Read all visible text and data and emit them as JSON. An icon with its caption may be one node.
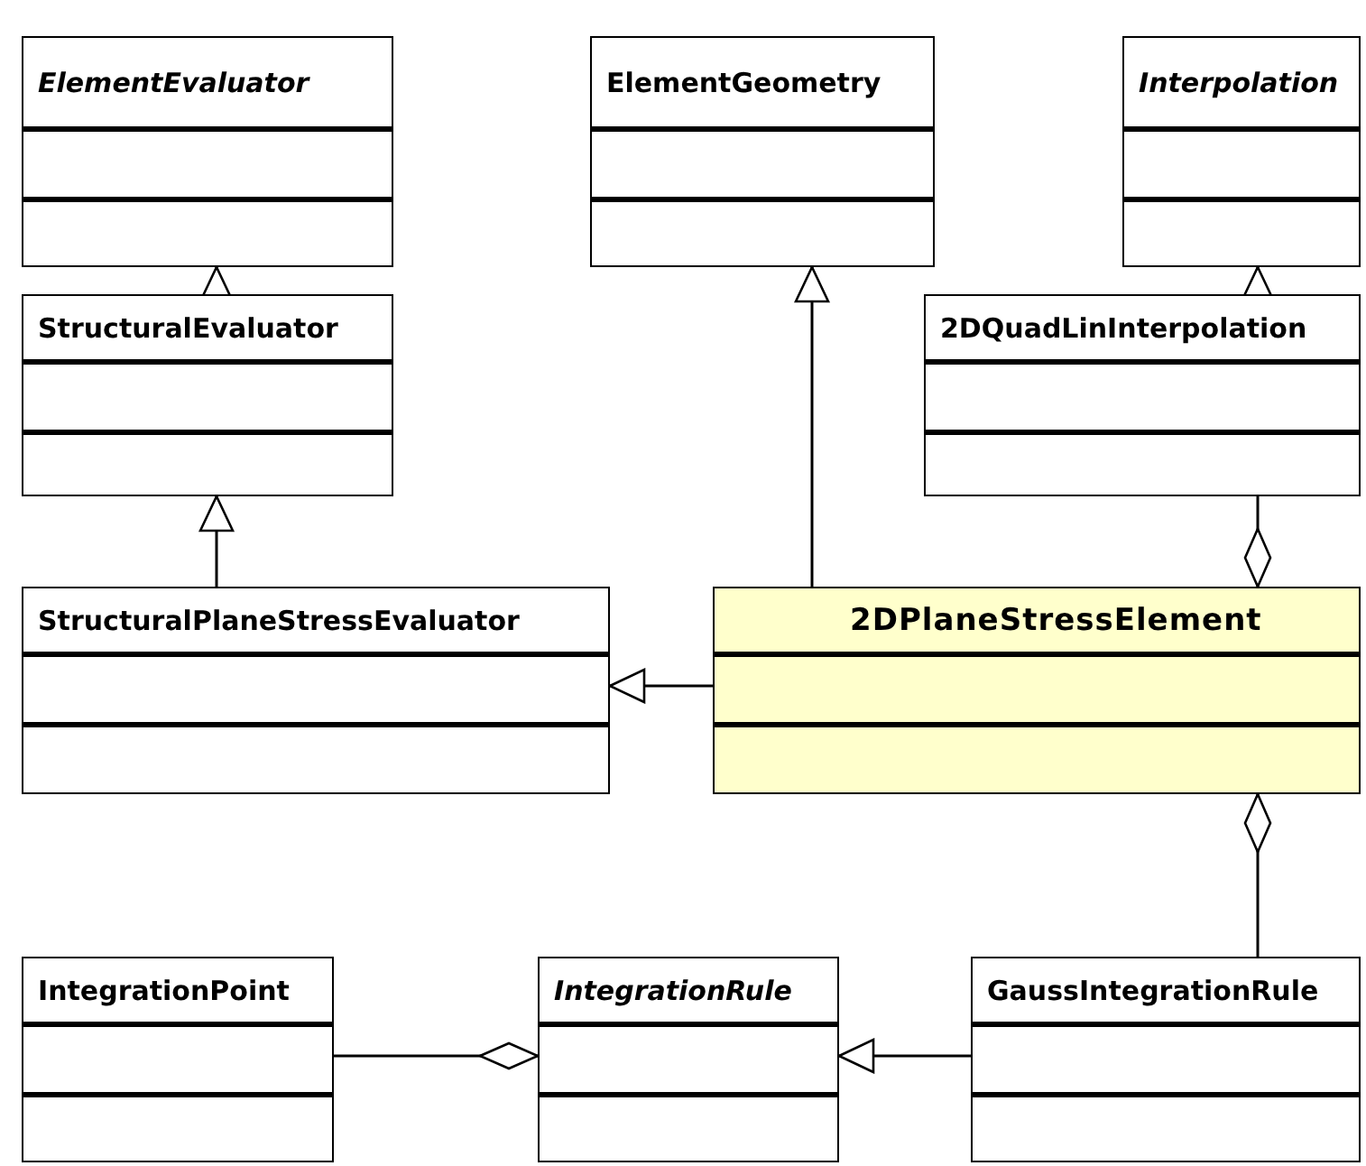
{
  "diagram": {
    "nodes": [
      {
        "text": [
          "ElementEvaluator"
        ]
      },
      {
        "text": [
          "ElementGeometry"
        ]
      },
      {
        "text": [
          "Interpolation"
        ]
      },
      {
        "text": [
          "StructuralEvaluator"
        ]
      },
      {
        "text": [
          "2DQuadLinInterpolation"
        ]
      },
      {
        "text": [
          "StructuralPlaneStressEvaluator"
        ]
      },
      {
        "text": [
          "2DPlaneStressElement"
        ]
      },
      {
        "text": [
          "IntegrationPoint"
        ]
      },
      {
        "text": [
          "IntegrationRule"
        ]
      },
      {
        "text": [
          "GaussIntegrationRule"
        ]
      }
    ],
    "edges": [
      {
        "from": 3,
        "to": 0,
        "arrow": "to"
      },
      {
        "from": 5,
        "to": 3,
        "arrow": "to"
      },
      {
        "from": 6,
        "to": 1,
        "arrow": "to"
      },
      {
        "from": 4,
        "to": 2,
        "arrow": "to"
      },
      {
        "from": 6,
        "to": 5,
        "arrow": "to"
      },
      {
        "from": 4,
        "to": 6,
        "arrow": "other"
      },
      {
        "from": 9,
        "to": 6,
        "arrow": "other"
      },
      {
        "from": 9,
        "to": 8,
        "arrow": "to"
      },
      {
        "from": 7,
        "to": 8,
        "arrow": "other"
      }
    ]
  }
}
